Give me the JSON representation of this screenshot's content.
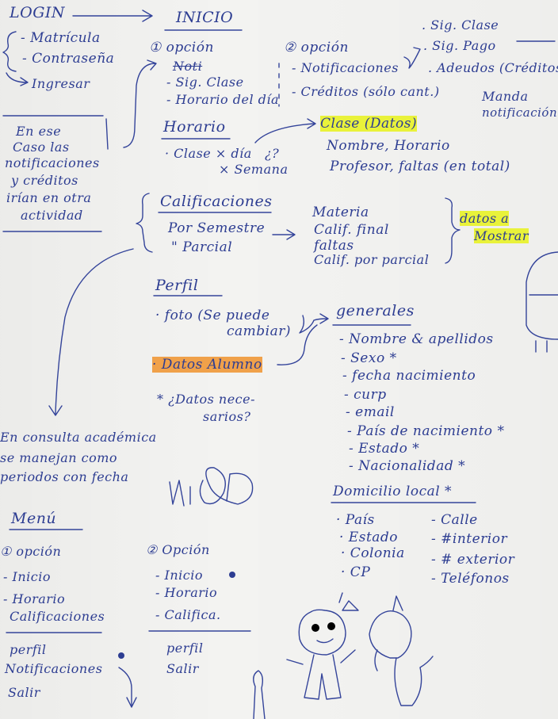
{
  "login": {
    "title": "LOGIN",
    "items": [
      "- Matrícula",
      "- Contraseña"
    ],
    "submit": "Ingresar"
  },
  "inicio": {
    "title": "INICIO",
    "opcion1": {
      "label": "① opción",
      "crossed": "Noti",
      "items": [
        "- Sig. Clase",
        "- Horario del día"
      ]
    },
    "opcion2": {
      "label": "② opción",
      "items": [
        "- Notificaciones",
        "- Créditos (sólo cant.)"
      ]
    },
    "right_items": [
      ". Sig. Clase",
      ". Sig. Pago",
      ". Adeudos (Créditos)"
    ],
    "note_right": [
      "Manda",
      "notificación"
    ]
  },
  "note_box": [
    "En ese",
    "Caso las",
    "notificaciones",
    "y créditos",
    "irían en otra",
    "actividad"
  ],
  "horario": {
    "title": "Horario",
    "items": [
      "· Clase × día",
      "× Semana"
    ],
    "question": "¿?",
    "clase_label": "Clase (Datos)",
    "clase_details": [
      "Nombre, Horario",
      "Profesor, faltas (en total)"
    ]
  },
  "calificaciones": {
    "title": "Calificaciones",
    "items": [
      "Por Semestre",
      "\"  Parcial"
    ],
    "fields": [
      "Materia",
      "Calif. final",
      "faltas",
      "Calif. por parcial"
    ],
    "note": [
      "datos a",
      "Mostrar"
    ]
  },
  "perfil": {
    "title": "Perfil",
    "foto": [
      "· foto (Se puede",
      "cambiar)"
    ],
    "datos": "· Datos Alumno",
    "question": [
      "* ¿Datos nece-",
      "sarios?"
    ],
    "generales_title": "generales",
    "generales": [
      "- Nombre & apellidos",
      "- Sexo *",
      "- fecha nacimiento",
      "- curp",
      "- email",
      "- País de nacimiento *",
      "- Estado *",
      "- Nacionalidad *"
    ],
    "domicilio_title": "Domicilio local *",
    "domicilio_left": [
      "· País",
      "· Estado",
      "· Colonia",
      "· CP"
    ],
    "domicilio_right": [
      "- Calle",
      "- #interior",
      "- # exterior",
      "- Teléfonos"
    ]
  },
  "consulta_note": [
    "En consulta académica",
    "se manejan como",
    "periodos con fecha"
  ],
  "menu": {
    "title": "Menú",
    "opcion1_label": "① opción",
    "opcion1_items": [
      "- Inicio",
      "- Horario",
      "Calificaciones"
    ],
    "opcion1_bottom": [
      "perfil",
      "Notificaciones",
      "Salir"
    ],
    "opcion2_label": "② Opción",
    "opcion2_items": [
      "- Inicio",
      "- Horario",
      "- Califica."
    ],
    "opcion2_bottom": [
      "perfil",
      "Salir"
    ]
  },
  "colors": {
    "ink": "#2d3d92",
    "highlight_yellow": "#e9f23a",
    "highlight_orange": "#f0a14a"
  }
}
